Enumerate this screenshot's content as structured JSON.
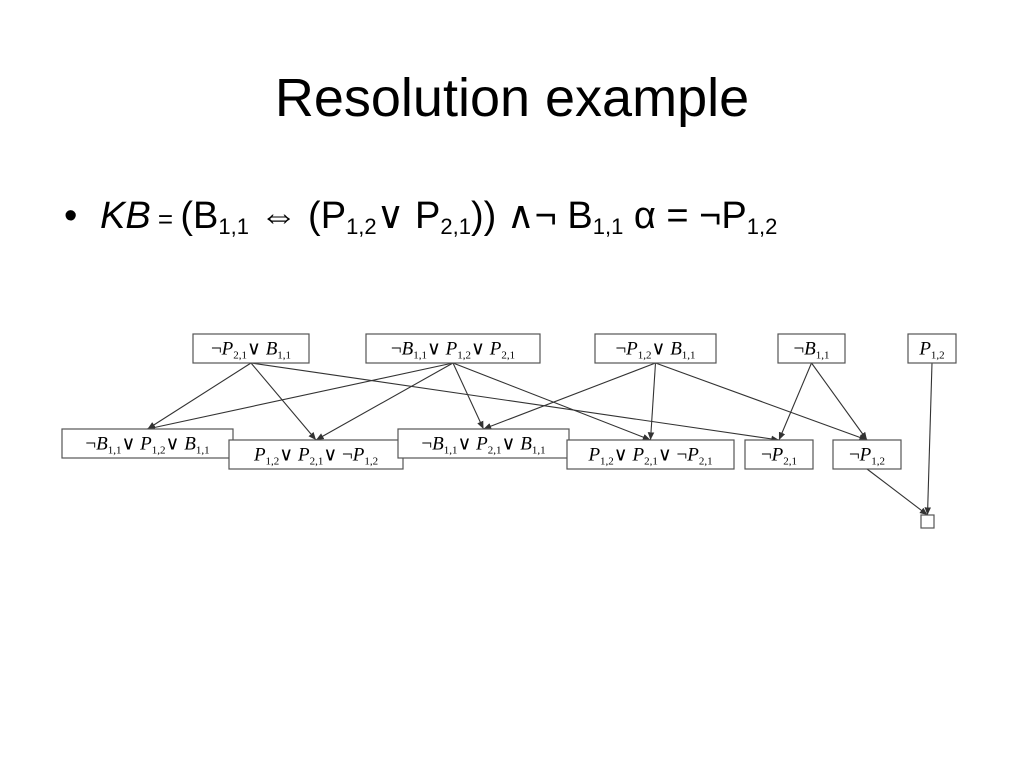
{
  "slide": {
    "title": "Resolution example",
    "bullet": {
      "symbol": "•",
      "kb": "KB",
      "eq": " = ",
      "p_open": "(B",
      "s1": "1,1",
      "iff": " ⇔ (P",
      "s2": "1,2",
      "or": "∨ P",
      "s3": "2,1",
      "close": ")) ∧¬ B",
      "s4": "1,1",
      "alpha": "  α = ¬P",
      "s5": "1,2"
    }
  },
  "diagram": {
    "nodes": [
      {
        "id": "n1",
        "parts": [
          [
            "¬",
            "op"
          ],
          [
            "P",
            ""
          ],
          [
            "2,1",
            "sb"
          ],
          [
            "∨ ",
            "op"
          ],
          [
            "B",
            ""
          ],
          [
            "1,1",
            "sb"
          ]
        ]
      },
      {
        "id": "n2",
        "parts": [
          [
            "¬",
            "op"
          ],
          [
            "B",
            ""
          ],
          [
            "1,1",
            "sb"
          ],
          [
            "∨ ",
            "op"
          ],
          [
            "P",
            ""
          ],
          [
            "1,2",
            "sb"
          ],
          [
            "∨ ",
            "op"
          ],
          [
            "P",
            ""
          ],
          [
            "2,1",
            "sb"
          ]
        ]
      },
      {
        "id": "n3",
        "parts": [
          [
            "¬",
            "op"
          ],
          [
            "P",
            ""
          ],
          [
            "1,2",
            "sb"
          ],
          [
            "∨ ",
            "op"
          ],
          [
            "B",
            ""
          ],
          [
            "1,1",
            "sb"
          ]
        ]
      },
      {
        "id": "n4",
        "parts": [
          [
            "¬",
            "op"
          ],
          [
            "B",
            ""
          ],
          [
            "1,1",
            "sb"
          ]
        ]
      },
      {
        "id": "n5",
        "parts": [
          [
            "P",
            ""
          ],
          [
            "1,2",
            "sb"
          ]
        ]
      },
      {
        "id": "n6",
        "parts": [
          [
            "¬",
            "op"
          ],
          [
            "B",
            ""
          ],
          [
            "1,1",
            "sb"
          ],
          [
            "∨ ",
            "op"
          ],
          [
            "P",
            ""
          ],
          [
            "1,2",
            "sb"
          ],
          [
            "∨ ",
            "op"
          ],
          [
            "B",
            ""
          ],
          [
            "1,1",
            "sb"
          ]
        ]
      },
      {
        "id": "n7",
        "parts": [
          [
            "P",
            ""
          ],
          [
            "1,2",
            "sb"
          ],
          [
            "∨ ",
            "op"
          ],
          [
            "P",
            ""
          ],
          [
            "2,1",
            "sb"
          ],
          [
            "∨ ¬",
            "op"
          ],
          [
            "P",
            ""
          ],
          [
            "1,2",
            "sb"
          ]
        ]
      },
      {
        "id": "n8",
        "parts": [
          [
            "¬",
            "op"
          ],
          [
            "B",
            ""
          ],
          [
            "1,1",
            "sb"
          ],
          [
            "∨ ",
            "op"
          ],
          [
            "P",
            ""
          ],
          [
            "2,1",
            "sb"
          ],
          [
            "∨ ",
            "op"
          ],
          [
            "B",
            ""
          ],
          [
            "1,1",
            "sb"
          ]
        ]
      },
      {
        "id": "n9",
        "parts": [
          [
            "P",
            ""
          ],
          [
            "1,2",
            "sb"
          ],
          [
            "∨ ",
            "op"
          ],
          [
            "P",
            ""
          ],
          [
            "2,1",
            "sb"
          ],
          [
            "∨ ¬",
            "op"
          ],
          [
            "P",
            ""
          ],
          [
            "2,1",
            "sb"
          ]
        ]
      },
      {
        "id": "n10",
        "parts": [
          [
            "¬",
            "op"
          ],
          [
            "P",
            ""
          ],
          [
            "2,1",
            "sb"
          ]
        ]
      },
      {
        "id": "n11",
        "parts": [
          [
            "¬",
            "op"
          ],
          [
            "P",
            ""
          ],
          [
            "1,2",
            "sb"
          ]
        ]
      },
      {
        "id": "n12",
        "parts": []
      }
    ],
    "edges": [
      [
        "n1",
        "n6"
      ],
      [
        "n1",
        "n7"
      ],
      [
        "n1",
        "n10"
      ],
      [
        "n2",
        "n6"
      ],
      [
        "n2",
        "n7"
      ],
      [
        "n2",
        "n8"
      ],
      [
        "n2",
        "n9"
      ],
      [
        "n3",
        "n8"
      ],
      [
        "n3",
        "n9"
      ],
      [
        "n3",
        "n11"
      ],
      [
        "n4",
        "n10"
      ],
      [
        "n4",
        "n11"
      ],
      [
        "n5",
        "n12"
      ],
      [
        "n11",
        "n12"
      ]
    ]
  }
}
